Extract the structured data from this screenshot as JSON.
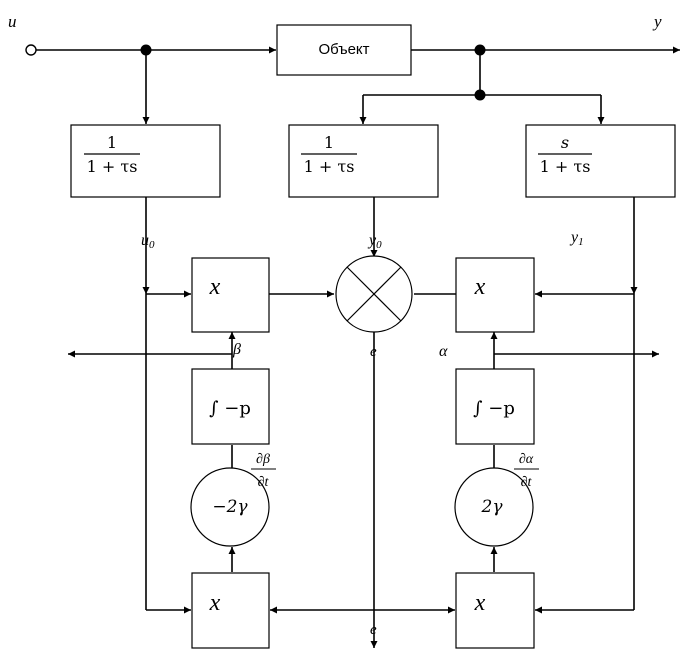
{
  "signals": {
    "input": "u",
    "output": "y",
    "u0": "u",
    "u0_sub": "0",
    "y0": "y",
    "y0_sub": "0",
    "y1": "y",
    "y1_sub": "1",
    "error_top": "e",
    "error_bottom": "e",
    "beta": "β",
    "alpha": "α"
  },
  "blocks": {
    "object": "Объект",
    "filter_left": {
      "num": "1",
      "den": "1 + τs"
    },
    "filter_middle": {
      "num": "1",
      "den": "1 + τs"
    },
    "filter_right": {
      "num": "s",
      "den": "1 + τs"
    },
    "mult": "x",
    "integrator": "∫ −p",
    "gain_left": "−2γ",
    "gain_right": "2γ"
  },
  "derivatives": {
    "left": {
      "num": "∂β",
      "den": "∂t"
    },
    "right": {
      "num": "∂α",
      "den": "∂t"
    }
  }
}
